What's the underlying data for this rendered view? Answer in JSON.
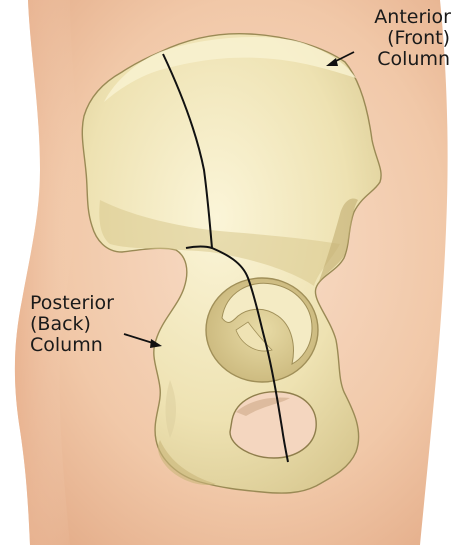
{
  "labels": {
    "anterior": {
      "line1": "Anterior",
      "line2": "(Front)",
      "line3": "Column"
    },
    "posterior": {
      "line1": "Posterior",
      "line2": "(Back)",
      "line3": "Column"
    }
  },
  "colors": {
    "skin_light": "#f7d9c2",
    "skin_mid": "#efc3a2",
    "skin_edge": "#e2a985",
    "bone_light": "#f6efc9",
    "bone_mid": "#e6d9a2",
    "bone_shadow": "#c9b77a",
    "bone_outline": "#8a7a4a",
    "column_line": "#111111",
    "text": "#1a1a1a"
  }
}
